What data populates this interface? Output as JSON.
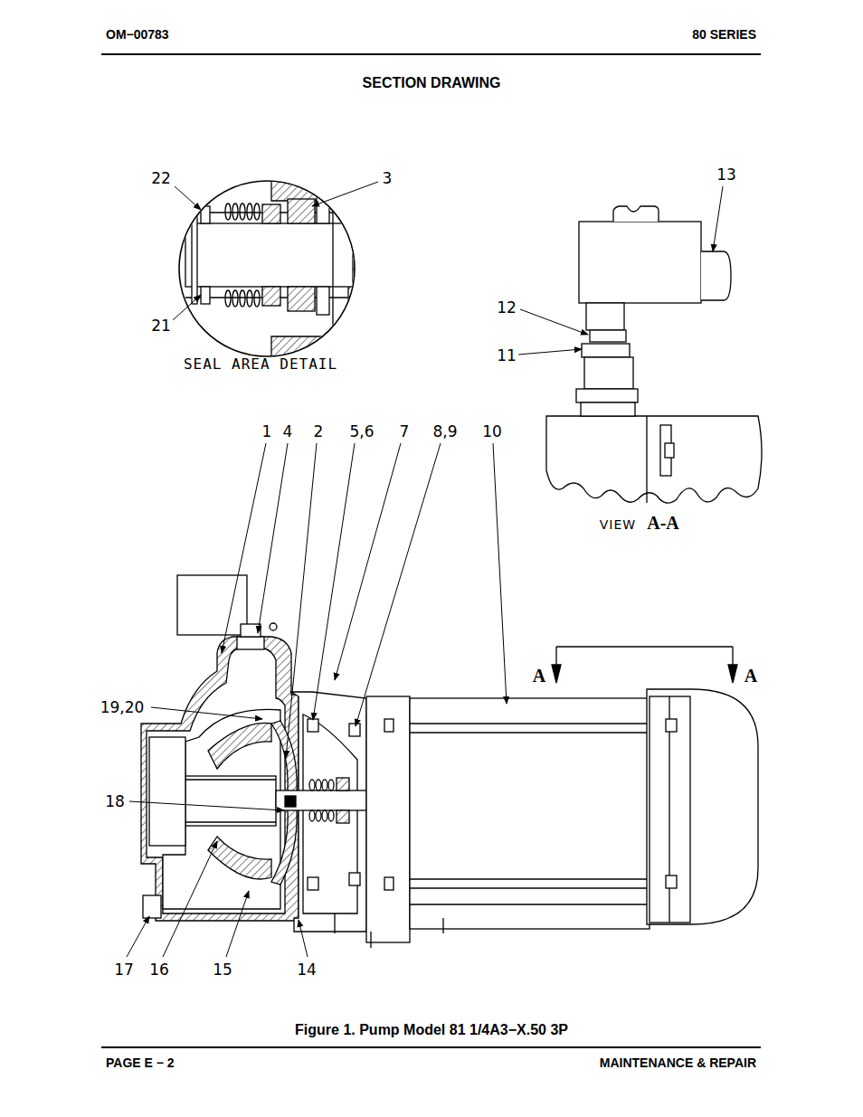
{
  "diagram": {
    "title": "SECTION DRAWING",
    "caption": "Figure 1. Pump Model 81 1/4A3−X.50 3P",
    "labels": [
      "OM−00783",
      "80 SERIES",
      "22",
      "3",
      "13",
      "12",
      "21",
      "11",
      "SEAL AREA DETAIL",
      "1",
      "4",
      "2",
      "5,6",
      "7",
      "8,9",
      "10",
      "VIEW",
      "A-A",
      "A",
      "A",
      "19,20",
      "18",
      "17",
      "16",
      "15",
      "14",
      "PAGE E − 2",
      "MAINTENANCE & REPAIR"
    ]
  }
}
